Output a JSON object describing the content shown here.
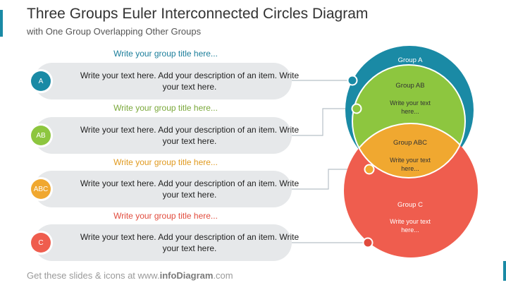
{
  "header": {
    "title": "Three Groups Euler Interconnected Circles Diagram",
    "subtitle": "with One Group Overlapping Other Groups"
  },
  "items": [
    {
      "badge": "A",
      "title": "Write your group title here...",
      "text": "Write your text here. Add your description of an item. Write your text here.",
      "color": "#1a8aa5"
    },
    {
      "badge": "AB",
      "title": "Write your group title here...",
      "text": "Write your text here. Add your description of an item. Write your text here.",
      "color": "#8dc63f"
    },
    {
      "badge": "ABC",
      "title": "Write your group title here...",
      "text": "Write your text here. Add your description of an item. Write your text here.",
      "color": "#f0a830"
    },
    {
      "badge": "C",
      "title": "Write your group title here...",
      "text": "Write your text here. Add your description of an item. Write your text here.",
      "color": "#ef5d4e"
    }
  ],
  "title_colors": [
    "#1a7d9a",
    "#7aa83a",
    "#e09a20",
    "#e14b3d"
  ],
  "venn": {
    "group_a": {
      "label": "Group A",
      "color": "#1a8aa5"
    },
    "group_ab": {
      "label": "Group AB",
      "text_line1": "Write your text",
      "text_line2": "here...",
      "color": "#8dc63f"
    },
    "group_abc": {
      "label": "Group ABC",
      "text_line1": "Write your text",
      "text_line2": "here...",
      "color": "#f0a830"
    },
    "group_c": {
      "label": "Group C",
      "text_line1": "Write your text",
      "text_line2": "here...",
      "color": "#ef5d4e"
    }
  },
  "footer": {
    "prefix": "Get these slides & icons at www.",
    "brand": "infoDiagram",
    "suffix": ".com"
  }
}
